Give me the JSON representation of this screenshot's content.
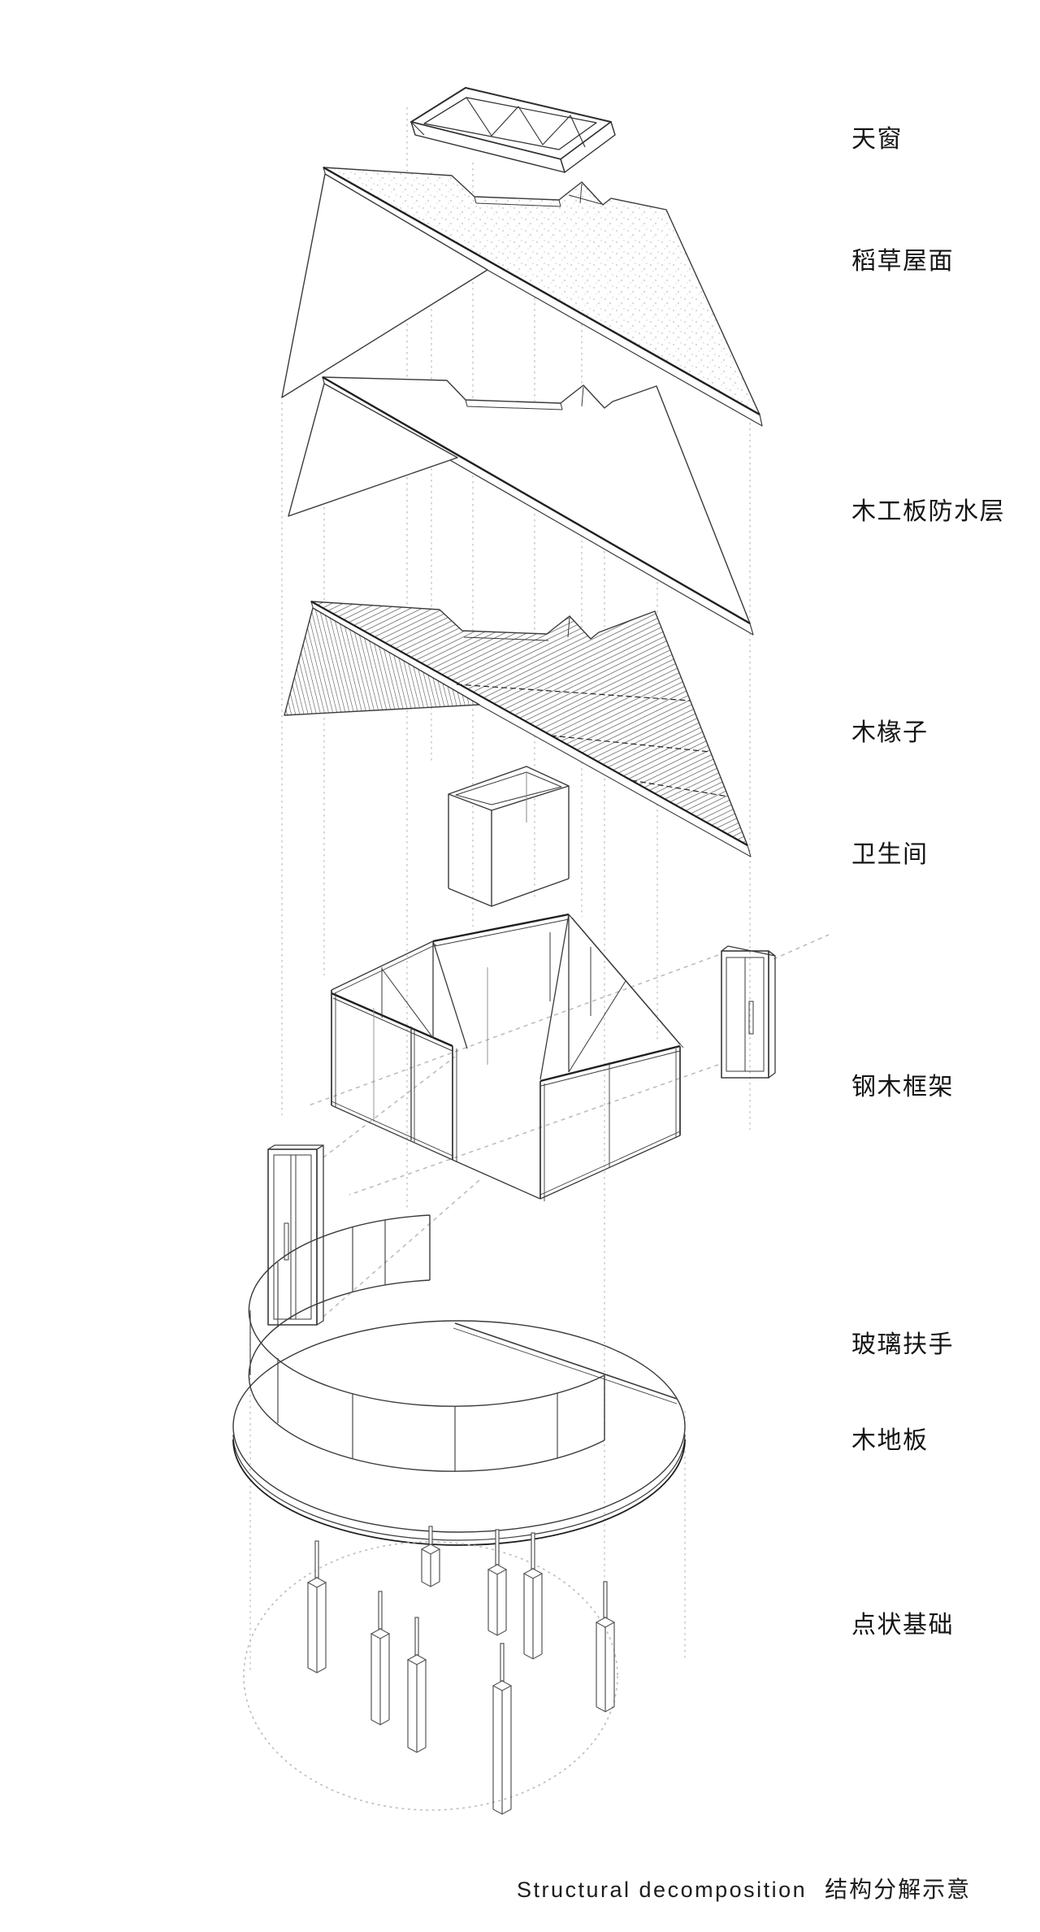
{
  "diagram_title": "Structural decomposition 结构分解示意",
  "caption": {
    "en": "Structural decomposition",
    "zh": "结构分解示意"
  },
  "labels": [
    {
      "id": "skylight",
      "text": "天窗"
    },
    {
      "id": "straw-roof",
      "text": "稻草屋面"
    },
    {
      "id": "waterproof-layer",
      "text": "木工板防水层"
    },
    {
      "id": "rafters",
      "text": "木椽子"
    },
    {
      "id": "bathroom",
      "text": "卫生间"
    },
    {
      "id": "steel-wood-frame",
      "text": "钢木框架"
    },
    {
      "id": "glass-handrail",
      "text": "玻璃扶手"
    },
    {
      "id": "wood-floor",
      "text": "木地板"
    },
    {
      "id": "point-foundation",
      "text": "点状基础"
    }
  ],
  "colors": {
    "line": "#3a3a3a",
    "dark_beam": "#1f1f1f",
    "light_line": "#8a8a8a",
    "construction": "#c4c4c4",
    "hatch": "#565656",
    "stipple": "#d6d6d6",
    "label_text": "#141414"
  }
}
